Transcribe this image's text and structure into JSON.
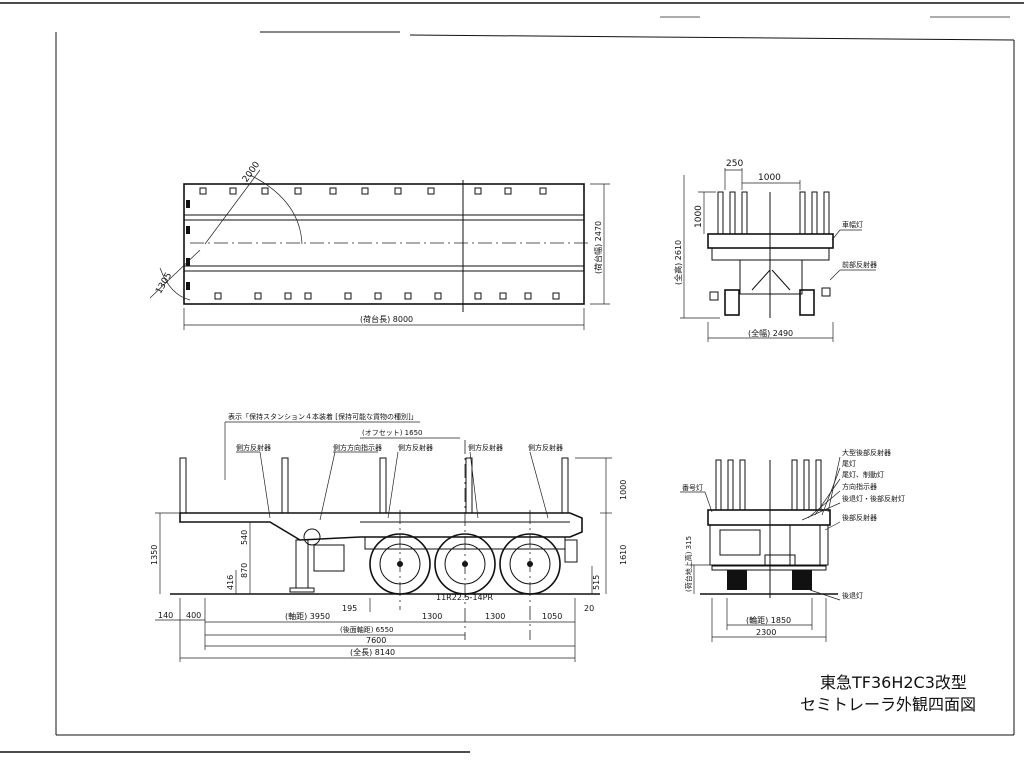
{
  "title_block": {
    "model": "東急TF36H2C3改型",
    "description": "セミトレーラ外観四面図"
  },
  "plan_view": {
    "dim_radius_large": "2000",
    "dim_radius_small": "1305",
    "dim_deck_length": "(荷台長) 8000",
    "dim_deck_width": "(荷台幅) 2470"
  },
  "front_view": {
    "dim_stake_offset": "250",
    "dim_stake_spacing": "1000",
    "dim_stake_height": "1000",
    "dim_total_height": "(全高) 2610",
    "dim_total_width": "(全幅) 2490",
    "label_lamp_1": "車幅灯",
    "label_lamp_2": "前部反射器"
  },
  "side_view": {
    "note_callout": "表示「保持スタンション４本装着 [保持可能な貨物の種別]」",
    "label_offset": "(オフセット) 1650",
    "label_side_reflector_1": "側方反射器",
    "label_side_turn_lamp": "側方方向指示器",
    "label_side_reflector_2": "側方反射器",
    "label_side_reflector_3": "側方反射器",
    "label_side_reflector_4": "側方反射器",
    "tire_spec": "11R22.5-14PR",
    "dims_left": [
      "1350",
      "540",
      "870",
      "416"
    ],
    "dims_right": [
      "1000",
      "1610",
      "515"
    ],
    "dims_bottom": {
      "d140": "140",
      "d400": "400",
      "wheelbase": "(軸距) 3950",
      "d195": "195",
      "d1300a": "1300",
      "d1300b": "1300",
      "d1050": "1050",
      "d20": "20",
      "rear_overhang": "(後面軸距) 6550",
      "d7600": "7600",
      "total_length": "(全長) 8140"
    }
  },
  "rear_view": {
    "label_plate_lamp": "番号灯",
    "label_1": "大型後部反射器",
    "label_2": "尾灯",
    "label_3": "尾灯、制動灯",
    "label_4": "方向指示器",
    "label_5": "後退灯・後部反射灯",
    "label_6": "後部反射器",
    "label_7": "後退灯",
    "dim_ground_height": "(荷台地上高) 315",
    "dim_track": "(輪距) 1850",
    "dim_width": "2300"
  }
}
